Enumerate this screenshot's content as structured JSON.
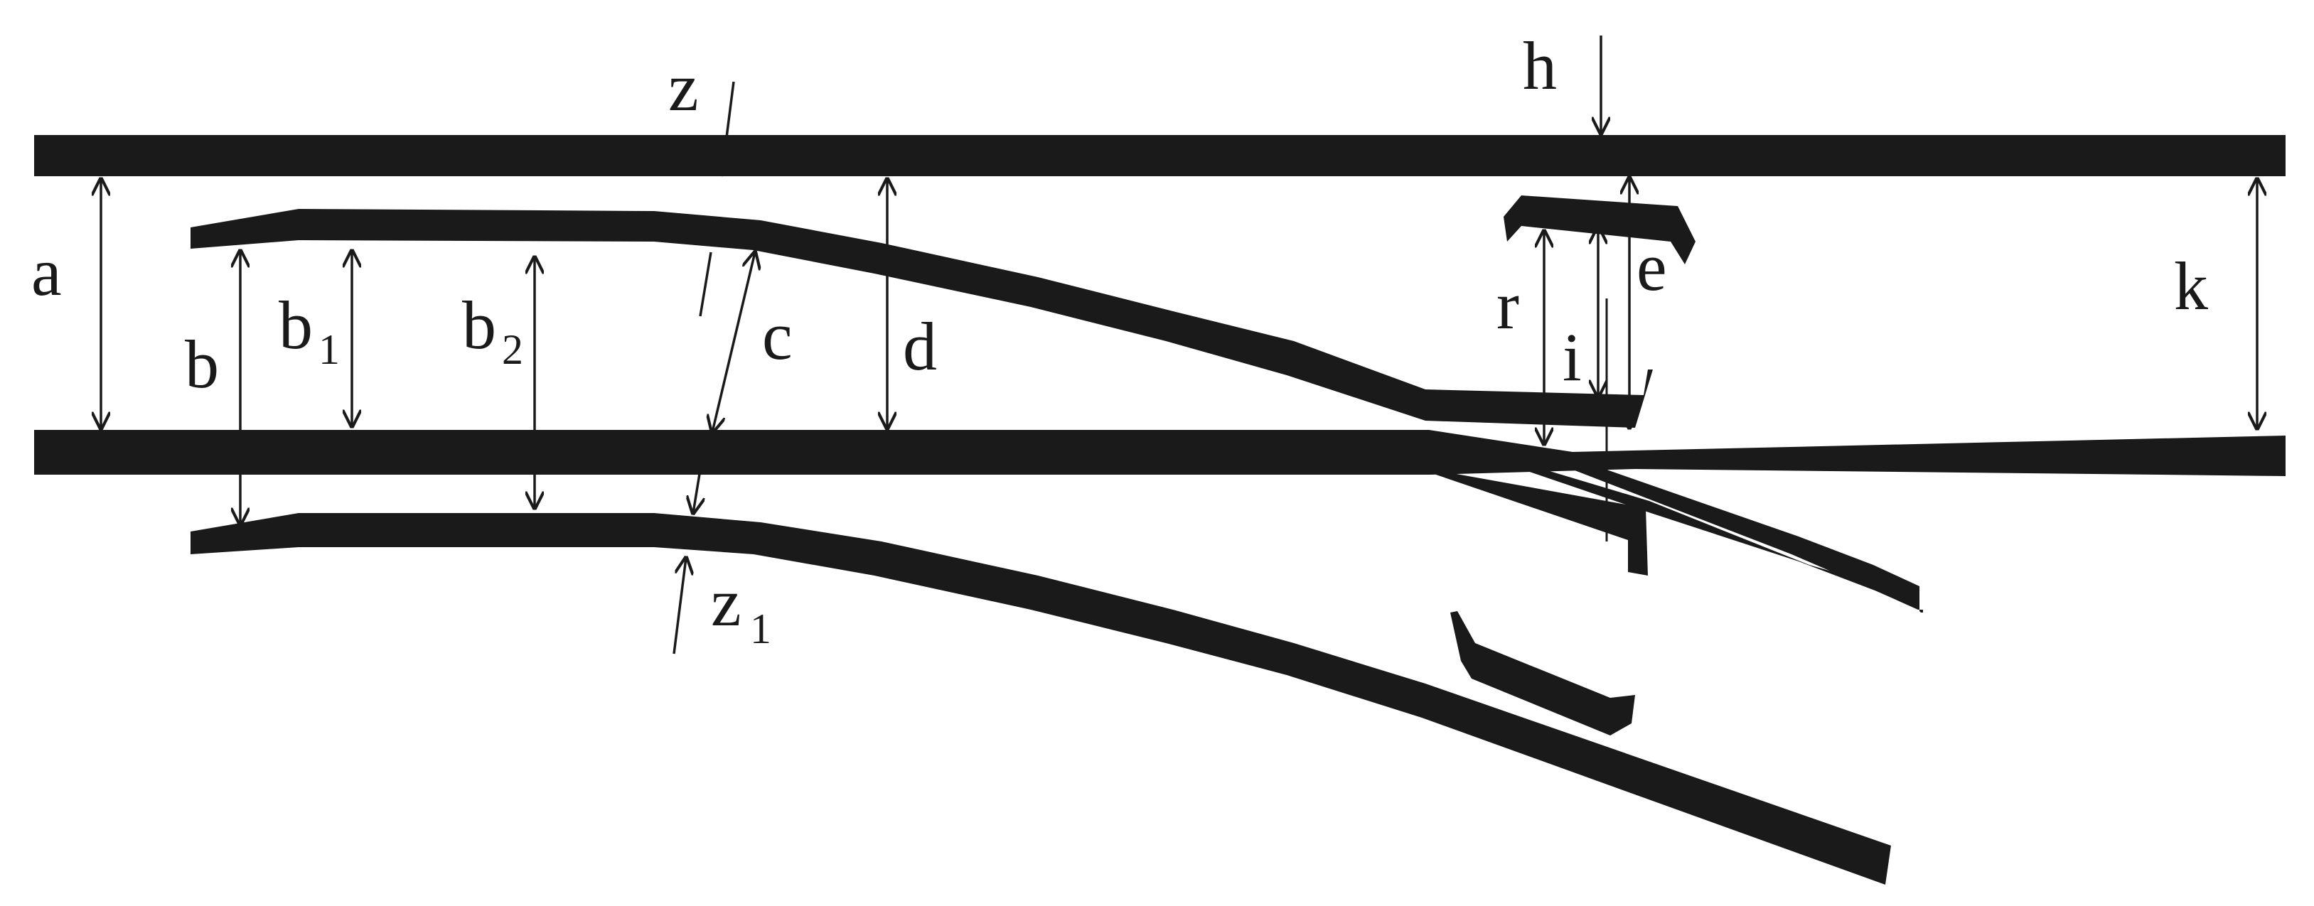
{
  "labels": {
    "a": "a",
    "b": "b",
    "b1_main": "b",
    "b1_sub": "1",
    "b2_main": "b",
    "b2_sub": "2",
    "c": "c",
    "d": "d",
    "z": "z",
    "z1_main": "z",
    "z1_sub": "1",
    "h": "h",
    "e": "e",
    "r": "r",
    "i": "i",
    "k": "k"
  },
  "colors": {
    "ink": "#1a1a1a",
    "background": "#ffffff"
  }
}
